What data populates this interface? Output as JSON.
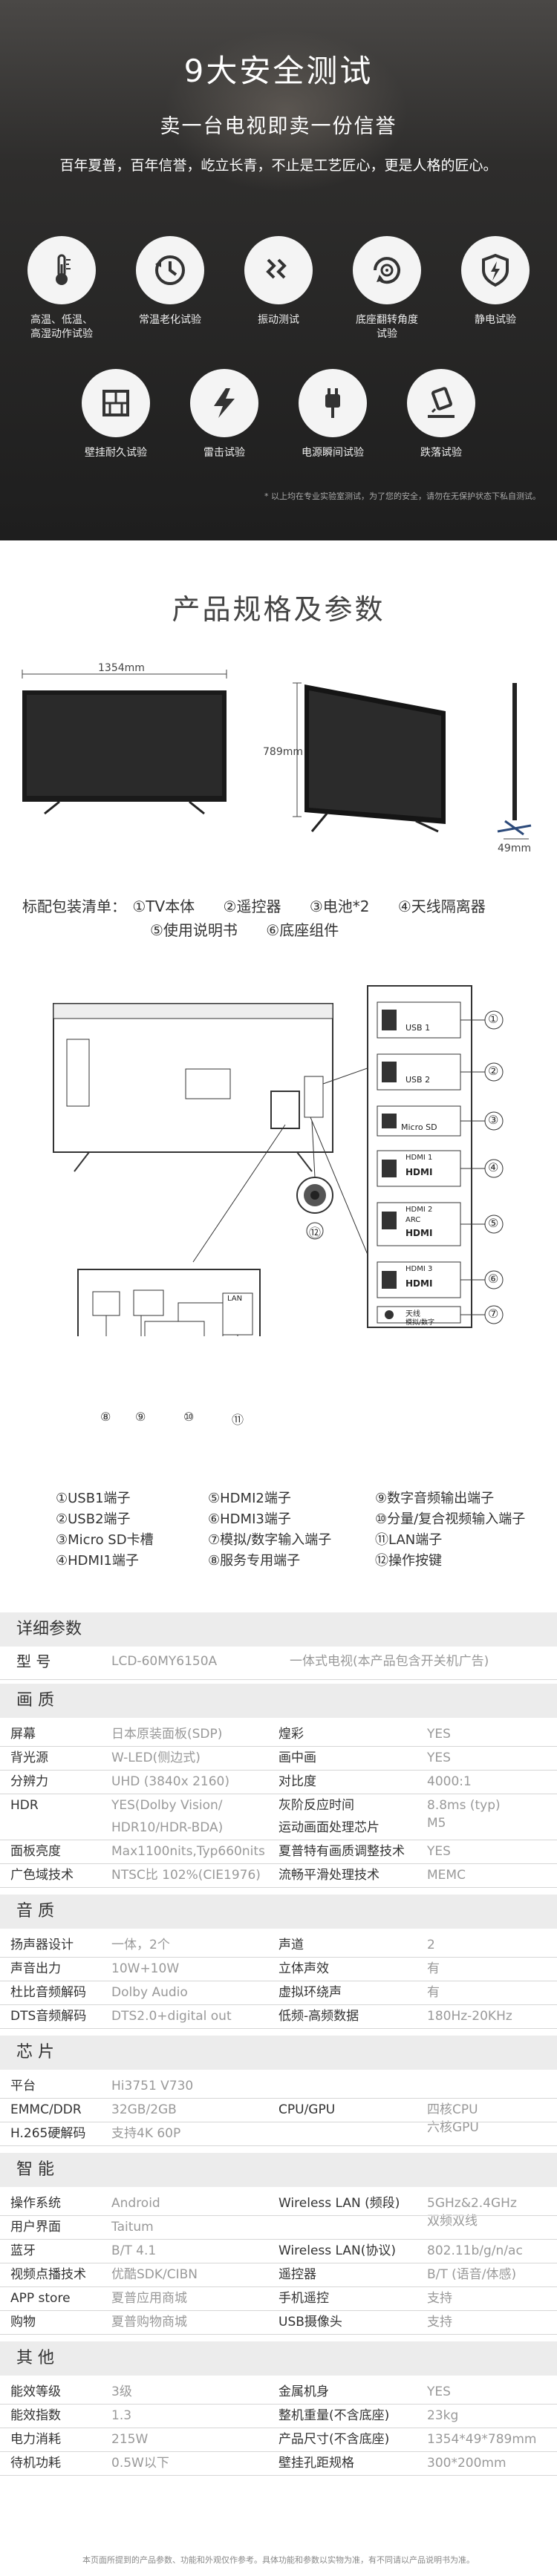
{
  "safety": {
    "title": "9大安全测试",
    "subtitle": "卖一台电视即卖一份信誉",
    "tagline": "百年夏普，百年信誉，屹立长青，不止是工艺匠心，更是人格的匠心。",
    "icons": [
      {
        "icon": "thermometer-icon",
        "label1": "高温、低温、",
        "label2": "高湿动作试验"
      },
      {
        "icon": "clock-icon",
        "label1": "常温老化试验",
        "label2": ""
      },
      {
        "icon": "vibration-icon",
        "label1": "振动测试",
        "label2": ""
      },
      {
        "icon": "rotate-icon",
        "label1": "底座翻转角度",
        "label2": "试验"
      },
      {
        "icon": "shield-icon",
        "label1": "静电试验",
        "label2": ""
      },
      {
        "icon": "wall-icon",
        "label1": "壁挂耐久试验",
        "label2": ""
      },
      {
        "icon": "lightning-icon",
        "label1": "雷击试验",
        "label2": ""
      },
      {
        "icon": "plug-icon",
        "label1": "电源瞬间试验",
        "label2": ""
      },
      {
        "icon": "drop-icon",
        "label1": "跌落试验",
        "label2": ""
      }
    ],
    "note": "* 以上均在专业实验室测试，为了您的安全，请勿在无保护状态下私自测试。"
  },
  "spec": {
    "title": "产品规格及参数",
    "width": "1354mm",
    "height": "789mm",
    "depth": "49mm"
  },
  "package": {
    "label": "标配包装清单：",
    "items": [
      "①TV本体",
      "②遥控器",
      "③电池*2",
      "④天线隔离器",
      "⑤使用说明书",
      "⑥底座组件"
    ]
  },
  "ports_panel": {
    "usb1": "USB 1",
    "usb2": "USB 2",
    "microsd": "Micro SD",
    "hdmi1": "HDMI 1",
    "hdmi2": "HDMI 2",
    "arc": "ARC",
    "hdmi3": "HDMI 3",
    "hdmi_logo": "HDMI",
    "antenna": "天线",
    "antenna2": "模拟/数字",
    "lan": "LAN",
    "nums": [
      "①",
      "②",
      "③",
      "④",
      "⑤",
      "⑥",
      "⑦"
    ],
    "bottom_nums": [
      "⑧",
      "⑨",
      "⑩",
      "⑪"
    ],
    "knob_num": "⑫"
  },
  "legend": {
    "col1": [
      "①USB1端子",
      "②USB2端子",
      "③Micro SD卡槽",
      "④HDMI1端子"
    ],
    "col2": [
      "⑤HDMI2端子",
      "⑥HDMI3端子",
      "⑦模拟/数字输入端子",
      "⑧服务专用端子"
    ],
    "col3": [
      "⑨数字音频输出端子",
      "⑩分量/复合视频输入端子",
      "⑪LAN端子",
      "⑫操作按键"
    ]
  },
  "details": {
    "title": "详细参数",
    "model_label": "型  号",
    "model": "LCD-60MY6150A",
    "model_desc": "一体式电视(本产品包含开关机广告)"
  },
  "sections": [
    {
      "title": "画  质",
      "rows": [
        {
          "l1": "屏幕",
          "v1": "日本原装面板(SDP)",
          "l2": "煌彩",
          "v2": "YES"
        },
        {
          "l1": "背光源",
          "v1": "W-LED(侧边式)",
          "l2": "画中画",
          "v2": "YES"
        },
        {
          "l1": "分辨力",
          "v1": "UHD (3840x 2160)",
          "l2": "对比度",
          "v2": "4000:1"
        },
        {
          "l1": "HDR",
          "v1": "YES(Dolby Vision/",
          "v1b": "HDR10/HDR-BDA)",
          "l2": "灰阶反应时间",
          "v2": "8.8ms (typ)",
          "l2b": "运动画面处理芯片",
          "v2b": "M5"
        },
        {
          "l1": "面板亮度",
          "v1": "Max1100nits,Typ660nits",
          "l2": "夏普特有画质调整技术",
          "v2": "YES"
        },
        {
          "l1": "广色域技术",
          "v1": "NTSC比 102%(CIE1976)",
          "l2": "流畅平滑处理技术",
          "v2": "MEMC"
        }
      ]
    },
    {
      "title": "音  质",
      "rows": [
        {
          "l1": "扬声器设计",
          "v1": "一体，2个",
          "l2": "声道",
          "v2": "2"
        },
        {
          "l1": "声音出力",
          "v1": "10W+10W",
          "l2": "立体声效",
          "v2": "有"
        },
        {
          "l1": "杜比音频解码",
          "v1": "Dolby Audio",
          "l2": "虚拟环绕声",
          "v2": "有"
        },
        {
          "l1": "DTS音频解码",
          "v1": "DTS2.0+digital out",
          "l2": "低频-高频数据",
          "v2": "180Hz-20KHz"
        }
      ]
    },
    {
      "title": "芯  片",
      "rows": [
        {
          "l1": "平台",
          "v1": "Hi3751 V730"
        },
        {
          "l1": "EMMC/DDR",
          "v1": "32GB/2GB",
          "l2": "CPU/GPU",
          "v2": "四核CPU",
          "v2b": "六核GPU"
        },
        {
          "l1": "H.265硬解码",
          "v1": "支持4K 60P"
        }
      ]
    },
    {
      "title": "智  能",
      "rows": [
        {
          "l1": "操作系统",
          "v1": "Android",
          "l2": "Wireless LAN (频段)",
          "v2": "5GHz&2.4GHz",
          "v2b": "双频双线"
        },
        {
          "l1": "用户界面",
          "v1": "Taitum"
        },
        {
          "l1": "蓝牙",
          "v1": "B/T 4.1",
          "l2": "Wireless LAN(协议)",
          "v2": "802.11b/g/n/ac"
        },
        {
          "l1": "视频点播技术",
          "v1": "优酷SDK/CIBN",
          "l2": "遥控器",
          "v2": "B/T (语音/体感)"
        },
        {
          "l1": "APP store",
          "v1": "夏普应用商城",
          "l2": "手机遥控",
          "v2": "支持"
        },
        {
          "l1": "购物",
          "v1": "夏普购物商城",
          "l2": "USB摄像头",
          "v2": "支持"
        }
      ]
    },
    {
      "title": "其  他",
      "rows": [
        {
          "l1": "能效等级",
          "v1": "3级",
          "l2": "金属机身",
          "v2": "YES"
        },
        {
          "l1": "能效指数",
          "v1": "1.3",
          "l2": "整机重量(不含底座)",
          "v2": "23kg"
        },
        {
          "l1": "电力消耗",
          "v1": "215W",
          "l2": "产品尺寸(不含底座)",
          "v2": "1354*49*789mm"
        },
        {
          "l1": "待机功耗",
          "v1": "0.5W以下",
          "l2": "壁挂孔距规格",
          "v2": "300*200mm"
        }
      ]
    }
  ],
  "footer": "本页面所提到的产品参数、功能和外观仅作参考。具体功能和参数以实物为准，有不同请以产品说明书为准。"
}
